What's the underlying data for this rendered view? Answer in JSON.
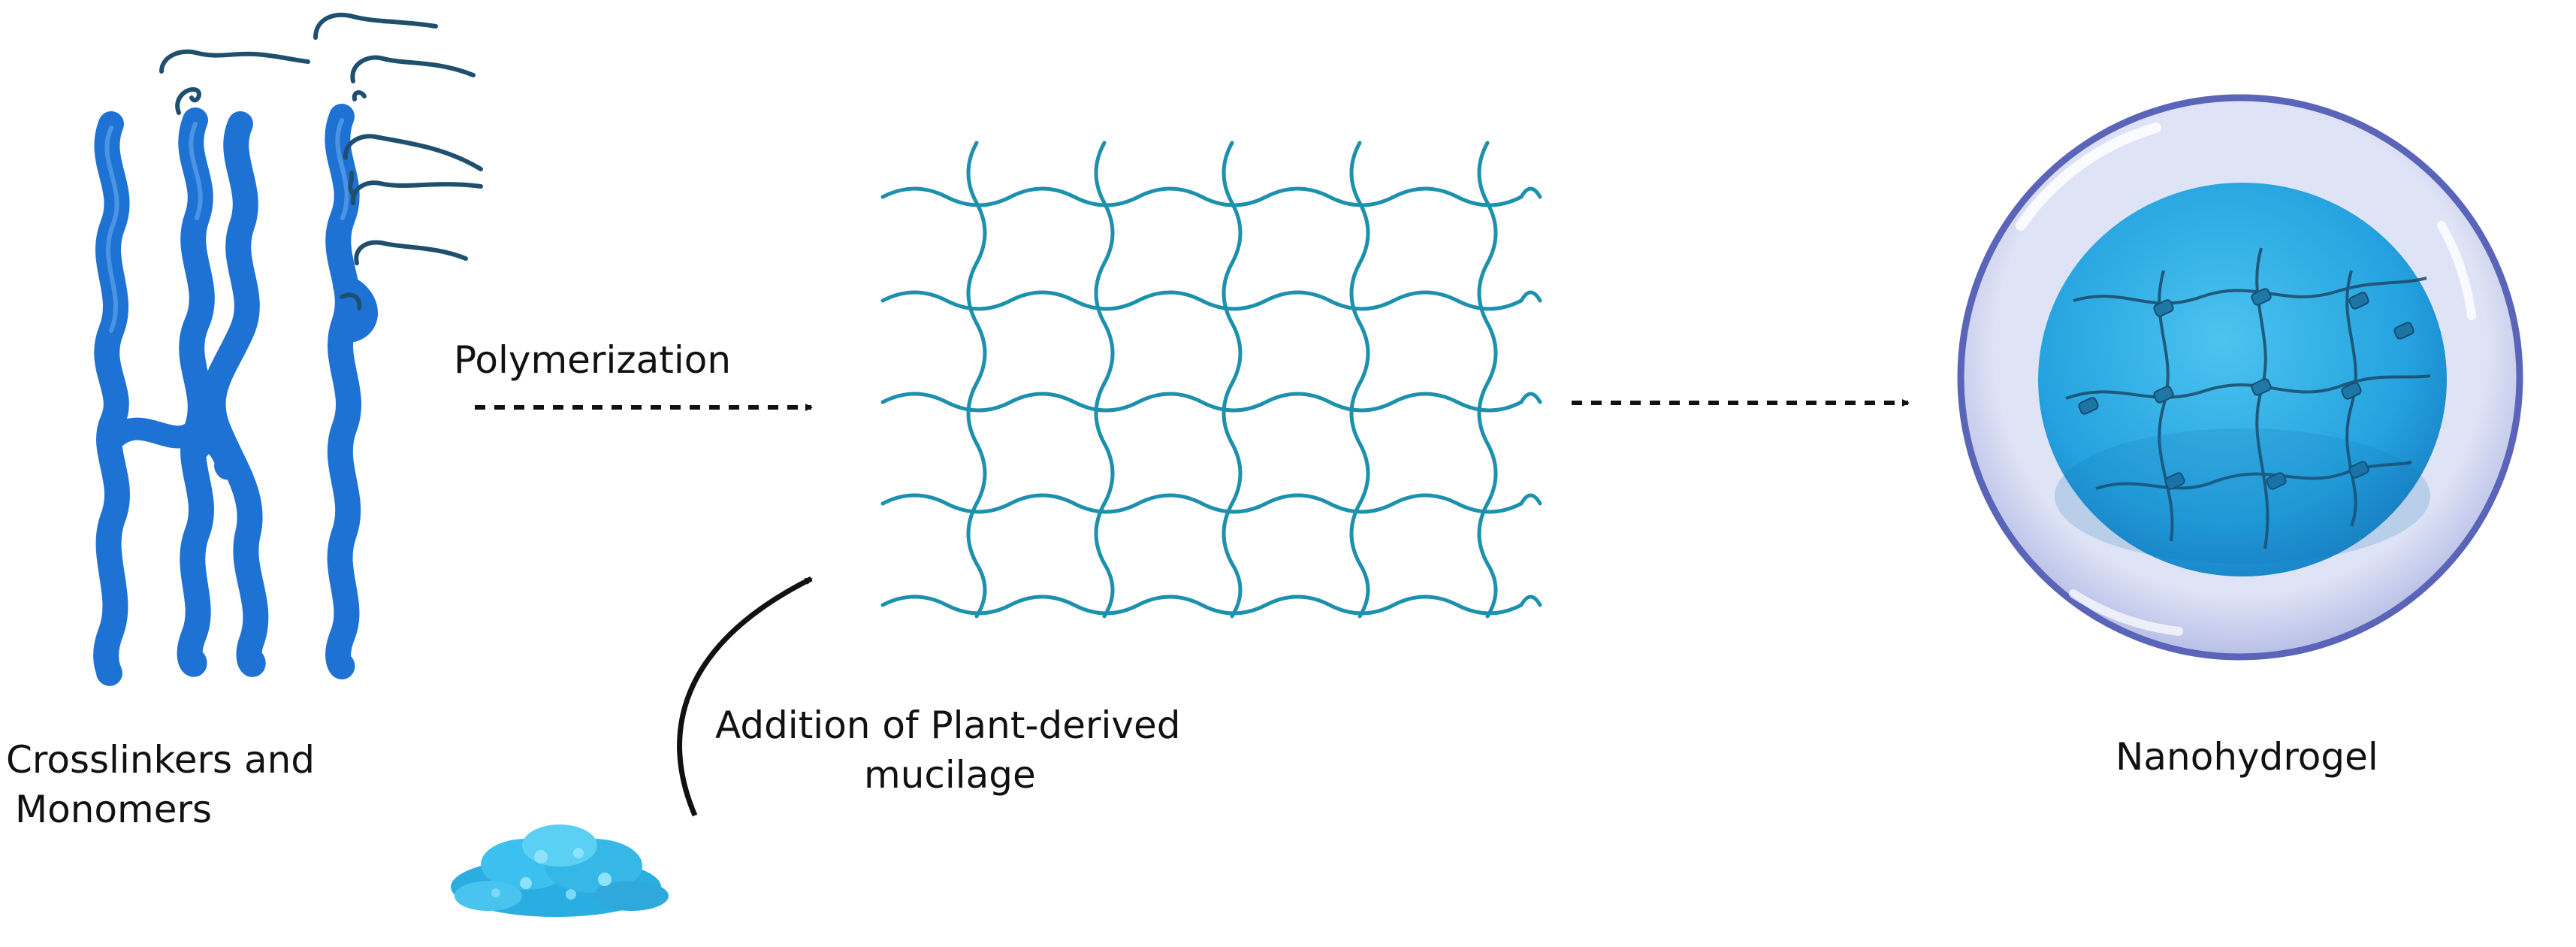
{
  "labels": {
    "crosslinkers": "Crosslinkers and",
    "monomers": "Monomers",
    "polymerization": "Polymerization",
    "addition_line1": "Addition of Plant-derived",
    "addition_line2": "mucilage",
    "nanohydrogel": "Nanohydrogel"
  },
  "colors": {
    "polymer_chain": "#1e72d3",
    "polymer_chain_light": "#4a98ea",
    "monomer_line": "#1f4f6f",
    "network_mesh": "#1c90ad",
    "arrow": "#111111",
    "hydrogel_core": "#2aa6e2",
    "hydrogel_shell": "#cdd4ef",
    "hydrogel_rim": "#5a64b8",
    "mucilage": "#35b8e6"
  },
  "icons": [
    "polymer-chains-icon",
    "monomer-strands-icon",
    "crosslinked-network-icon",
    "mucilage-powder-icon",
    "nanohydrogel-sphere-icon"
  ]
}
